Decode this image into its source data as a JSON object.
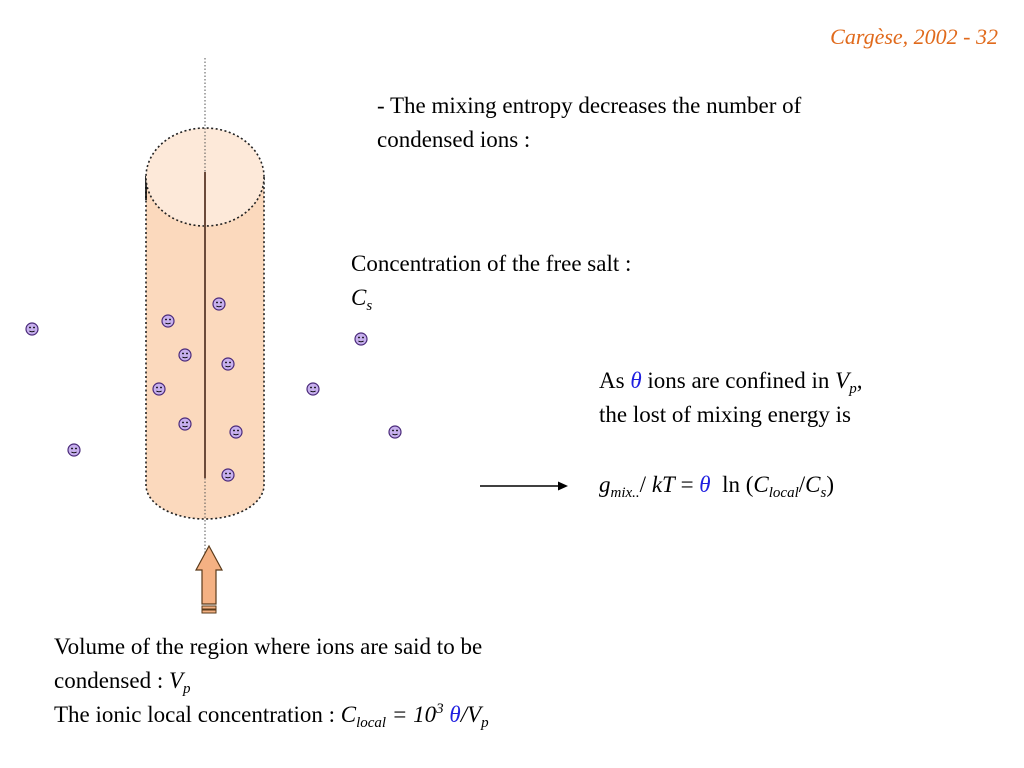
{
  "slide": {
    "header": "Cargèse, 2002 - 32",
    "bullet": {
      "line1": "- The mixing entropy decreases the number of",
      "line2": "condensed ions :"
    },
    "free_salt": {
      "label": "Concentration of the free salt :",
      "symbol": "C",
      "symbol_sub": "s"
    },
    "confined": {
      "as": "As",
      "theta": "θ",
      "ions_text": "ions are confined in",
      "v": "V",
      "v_sub": "p",
      "comma": ",",
      "line2": "the lost of mixing energy is"
    },
    "formula": {
      "g": "g",
      "g_sub": "mix..",
      "slash_kt": "/",
      "kt": "kT",
      "equals": "=",
      "theta": "θ",
      "ln_open": "ln (",
      "c_local": "C",
      "c_local_sub": "local",
      "slash": "/",
      "c_s": "C",
      "c_s_sub": "s",
      "close": ")"
    },
    "volume": {
      "line1": "Volume of the region where ions are said to be",
      "line2": "condensed :",
      "v": "V",
      "v_sub": "p"
    },
    "local_conc": {
      "label": "The ionic local concentration :",
      "c": "C",
      "c_sub": "local",
      "equals": "=",
      "ten": "10",
      "exp": "3",
      "theta": "θ",
      "slash": "/",
      "v": "V",
      "v_sub": "p"
    },
    "colors": {
      "header": "#e06a1c",
      "theta": "#1f1fe0",
      "cylinder_fill": "#fbd9bd",
      "cylinder_top": "#fde9d9",
      "ion_fill": "#c7b0ee",
      "arrow_fill": "#f4b183"
    },
    "icons": {
      "ion": "smiley-face-icon",
      "up_arrow": "up-arrow-icon",
      "right_arrow": "right-arrow-icon"
    }
  }
}
